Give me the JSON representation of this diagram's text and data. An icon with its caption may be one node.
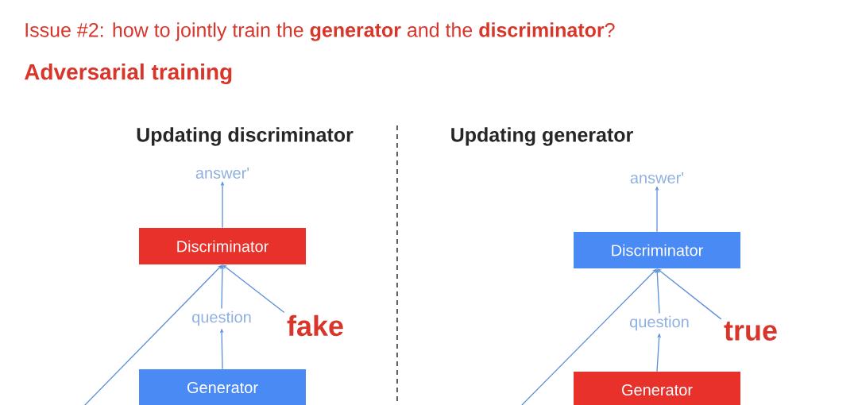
{
  "diagram": {
    "title": "Issue #2: how to jointly train the **generator** and the **discriminator**?",
    "nodes": [
      {
        "text": [
          "answer'"
        ]
      },
      {
        "text": [
          "Discriminator"
        ]
      },
      {
        "text": [
          "question"
        ]
      },
      {
        "text": [
          "Generator"
        ]
      },
      {
        "text": [
          "fake"
        ]
      },
      {
        "text": [
          "answer'"
        ]
      },
      {
        "text": [
          "Discriminator"
        ]
      },
      {
        "text": [
          "question"
        ]
      },
      {
        "text": [
          "Generator"
        ]
      },
      {
        "text": [
          "true"
        ]
      }
    ],
    "edges": [
      {
        "from": 1,
        "to": 0,
        "arrow": "to"
      },
      {
        "from": 2,
        "to": 1,
        "arrow": "to"
      },
      {
        "from": 3,
        "to": 2,
        "arrow": "to"
      },
      {
        "from": null,
        "to": 1,
        "arrow": "to"
      },
      {
        "from": 4,
        "to": 1,
        "arrow": "to"
      },
      {
        "from": 6,
        "to": 5,
        "arrow": "to"
      },
      {
        "from": 7,
        "to": 6,
        "arrow": "to"
      },
      {
        "from": 8,
        "to": 7,
        "arrow": "to"
      },
      {
        "from": null,
        "to": 6,
        "arrow": "to"
      },
      {
        "from": 9,
        "to": 6,
        "arrow": "to"
      }
    ],
    "labels": [
      "Adversarial training",
      "Updating discriminator",
      "Updating generator"
    ]
  }
}
